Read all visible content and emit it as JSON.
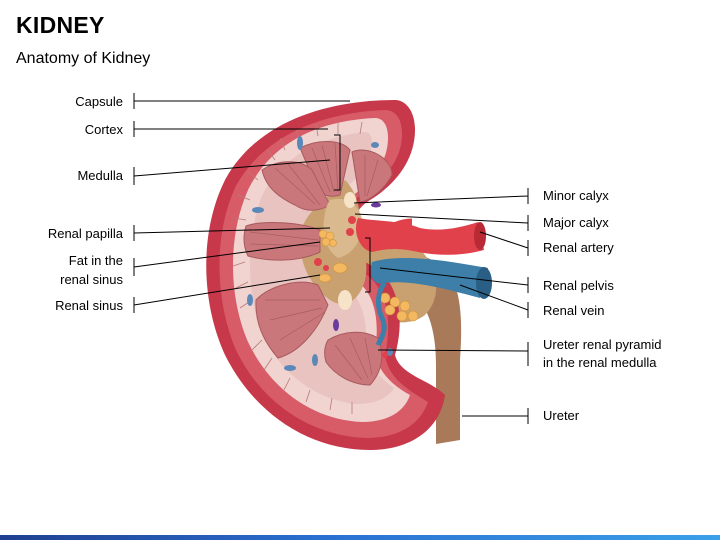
{
  "header": {
    "title": "KIDNEY",
    "subtitle": "Anatomy of Kidney"
  },
  "labels_left": {
    "capsule": "Capsule",
    "cortex": "Cortex",
    "medulla": "Medulla",
    "renal_papilla": "Renal papilla",
    "fat_line1": "Fat in the",
    "fat_line2": "renal sinus",
    "renal_sinus": "Renal sinus"
  },
  "labels_right": {
    "minor_calyx": "Minor calyx",
    "major_calyx": "Major calyx",
    "renal_artery": "Renal artery",
    "renal_pelvis": "Renal pelvis",
    "renal_vein": "Renal vein",
    "ureter_pyramid_line1": "Ureter renal pyramid",
    "ureter_pyramid_line2": "in the renal medulla",
    "ureter": "Ureter"
  },
  "colors": {
    "capsule": "#c7384a",
    "cortex": "#f1d3d0",
    "pyramid": "#c9777a",
    "sinus": "#c9a06f",
    "artery": "#e0414b",
    "vein": "#3d7fa8",
    "ureter": "#a87a5a",
    "fat": "#f4b860",
    "accent_bar": "#2a6fd0"
  }
}
